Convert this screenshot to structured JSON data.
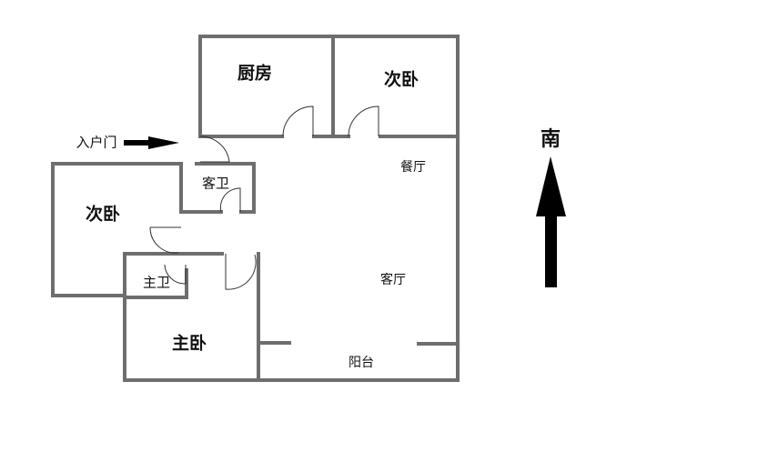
{
  "rooms": {
    "kitchen": "厨房",
    "bedroom_north": "次卧",
    "bedroom_west": "次卧",
    "guest_bath": "客卫",
    "master_bath": "主卫",
    "master_bedroom": "主卧",
    "dining": "餐厅",
    "living": "客厅",
    "balcony": "阳台"
  },
  "entrance": "入户门",
  "compass": "南",
  "colors": {
    "wall": "#6e6e6e",
    "arrow": "#000000"
  }
}
